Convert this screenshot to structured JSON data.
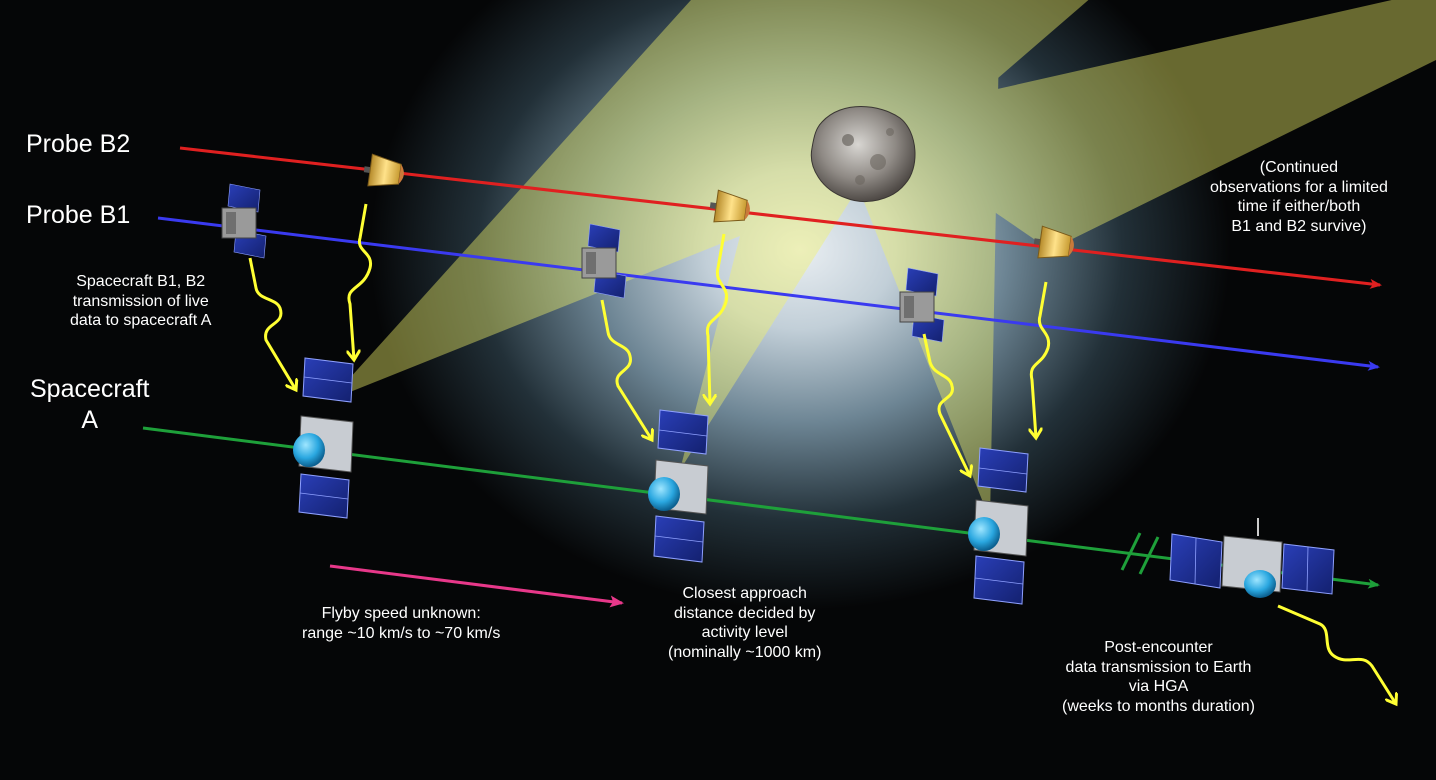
{
  "labels": {
    "probe_b2": "Probe B2",
    "probe_b1": "Probe B1",
    "spacecraft_a": [
      "Spacecraft",
      "A"
    ],
    "b_transmission": [
      "Spacecraft B1, B2",
      "transmission of live",
      "data to spacecraft A"
    ],
    "continued_obs": [
      "(Continued",
      "observations for a limited",
      "time if either/both",
      "B1 and B2 survive)"
    ],
    "flyby_speed": [
      "Flyby speed unknown:",
      "range ~10 km/s to ~70 km/s"
    ],
    "closest_approach": [
      "Closest approach",
      "distance decided by",
      "activity level",
      "(nominally ~1000 km)"
    ],
    "post_encounter": [
      "Post-encounter",
      "data transmission to Earth",
      "via HGA",
      "(weeks to months duration)"
    ]
  },
  "colors": {
    "probe_b2_line": "#e02020",
    "probe_b1_line": "#3a3af0",
    "spacecraft_a_line": "#1ea03a",
    "flyby_arrow": "#e8388a",
    "transmission": "#ffff33",
    "beam": "#f3f36a"
  }
}
